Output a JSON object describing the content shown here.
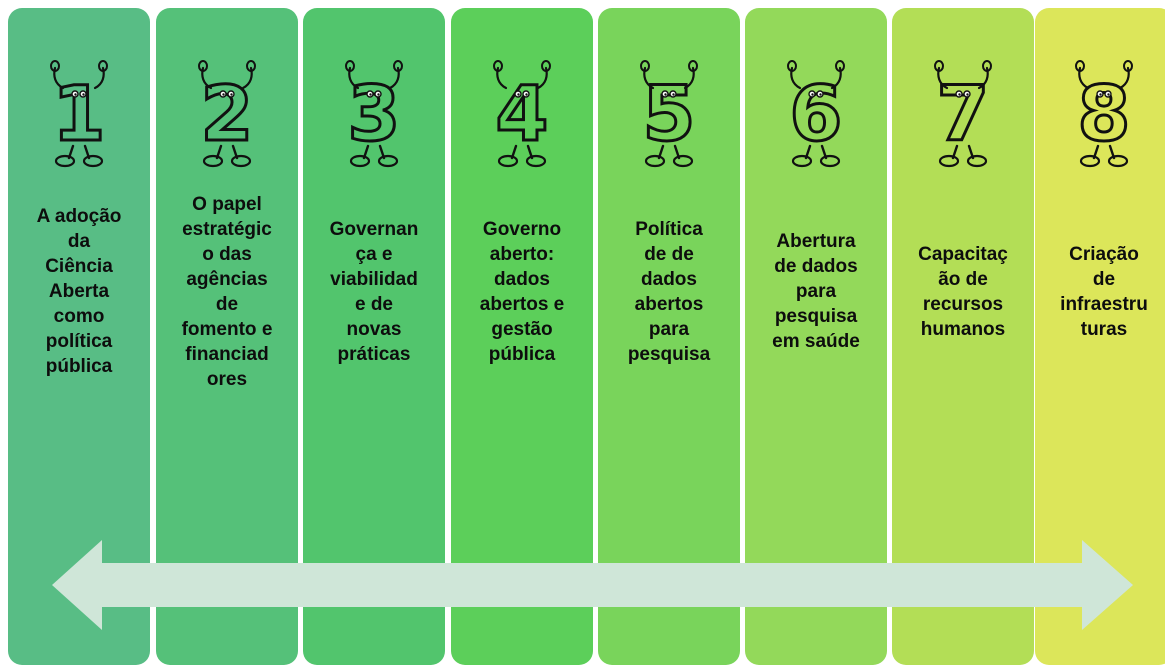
{
  "columns": [
    {
      "number": "1",
      "label": "A adoção\nda\nCiência\nAberta\ncomo\npolítica\npública",
      "icon": "number-1-character-icon",
      "color": "#58bd85"
    },
    {
      "number": "2",
      "label": "O papel\nestratégic\no das\nagências\nde\nfomento e\nfinanciad\nores",
      "icon": "number-2-character-icon",
      "color": "#55c179"
    },
    {
      "number": "3",
      "label": "Governan\nça e\nviabilidad\ne de\nnovas\npráticas",
      "icon": "number-3-character-icon",
      "color": "#52c56d"
    },
    {
      "number": "4",
      "label": "Governo\naberto:\ndados\nabertos e\ngestão\npública",
      "icon": "number-4-character-icon",
      "color": "#5ccf5a"
    },
    {
      "number": "5",
      "label": "Política\nde de\ndados\nabertos\npara\npesquisa",
      "icon": "number-5-character-icon",
      "color": "#79d45b"
    },
    {
      "number": "6",
      "label": "Abertura\nde dados\npara\npesquisa\nem saúde",
      "icon": "number-6-character-icon",
      "color": "#93d95a"
    },
    {
      "number": "7",
      "label": "Capacitaç\não de\nrecursos\nhumanos",
      "icon": "number-7-character-icon",
      "color": "#b3de56"
    },
    {
      "number": "8",
      "label": "Criação\nde\ninfraestru\nturas",
      "icon": "number-8-character-icon",
      "color": "#dce65a"
    }
  ],
  "arrow": {
    "icon": "double-headed-arrow-icon",
    "color": "#cfe6d8"
  }
}
